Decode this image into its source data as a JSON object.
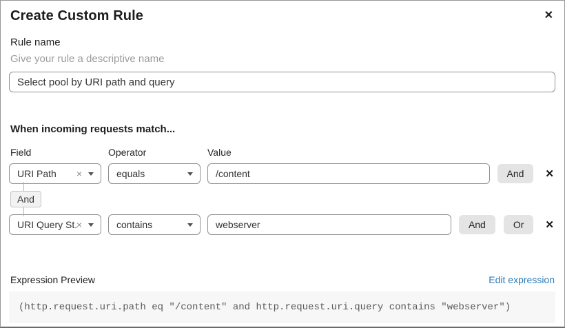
{
  "modal": {
    "title": "Create Custom Rule"
  },
  "icons": {
    "close": "✕",
    "remove": "✕",
    "clear": "×"
  },
  "rule_name": {
    "label": "Rule name",
    "helper": "Give your rule a descriptive name",
    "value": "Select pool by URI path and query"
  },
  "match_section": {
    "heading": "When incoming requests match...",
    "columns": {
      "field": "Field",
      "operator": "Operator",
      "value": "Value"
    },
    "connector_label": "And",
    "rows": [
      {
        "field": "URI Path",
        "operator": "equals",
        "value": "/content",
        "buttons": {
          "and": "And"
        }
      },
      {
        "field": "URI Query St...",
        "operator": "contains",
        "value": "webserver",
        "buttons": {
          "and": "And",
          "or": "Or"
        }
      }
    ]
  },
  "expression": {
    "label": "Expression Preview",
    "edit_link": "Edit expression",
    "code": "(http.request.uri.path eq \"/content\" and http.request.uri.query contains \"webserver\")"
  },
  "colors": {
    "link": "#2c7bb8",
    "button_bg": "#e4e4e4",
    "code_bg": "#f7f7f7",
    "border": "#8f8f8f"
  }
}
